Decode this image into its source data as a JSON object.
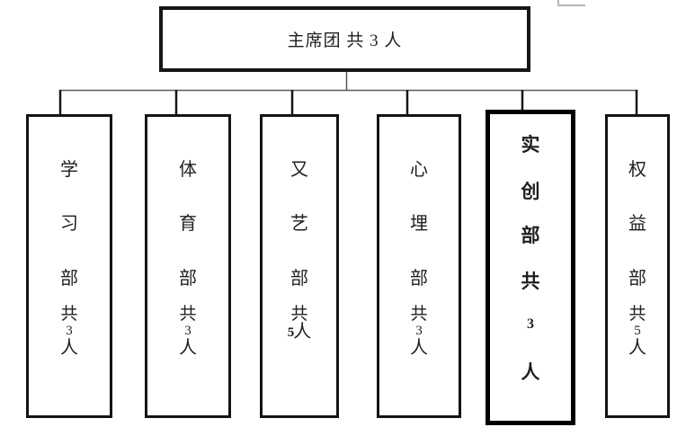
{
  "root_box": {
    "label": "主席团 共 3 人"
  },
  "departments": [
    {
      "name": "学习部",
      "chars": [
        "学",
        "习",
        "部"
      ],
      "count_prefix": "共",
      "count_value": "3",
      "count_suffix": "人"
    },
    {
      "name": "体育部",
      "chars": [
        "体",
        "育",
        "部"
      ],
      "count_prefix": "共",
      "count_value": "3",
      "count_suffix": "人"
    },
    {
      "name": "又艺部",
      "chars": [
        "又",
        "艺",
        "部"
      ],
      "count_prefix": "共",
      "count_value": "5",
      "count_suffix": "人"
    },
    {
      "name": "心埋部",
      "chars": [
        "心",
        "埋",
        "部"
      ],
      "count_prefix": "共",
      "count_value": "3",
      "count_suffix": "人"
    },
    {
      "name": "实创部",
      "chars": [
        "实",
        "创",
        "部"
      ],
      "count_prefix": "共",
      "count_value": "3",
      "count_suffix": "人"
    },
    {
      "name": "权益部",
      "chars": [
        "权",
        "益",
        "部"
      ],
      "count_prefix": "共",
      "count_value": "5",
      "count_suffix": "人"
    }
  ],
  "colors": {
    "thin_line": "#5a5a5a",
    "drop_line": "#161616",
    "box_border": "#141414",
    "bold_box_border": "#000000",
    "text": "#1f1f1f",
    "artifact_line": "#b5b5b5"
  }
}
